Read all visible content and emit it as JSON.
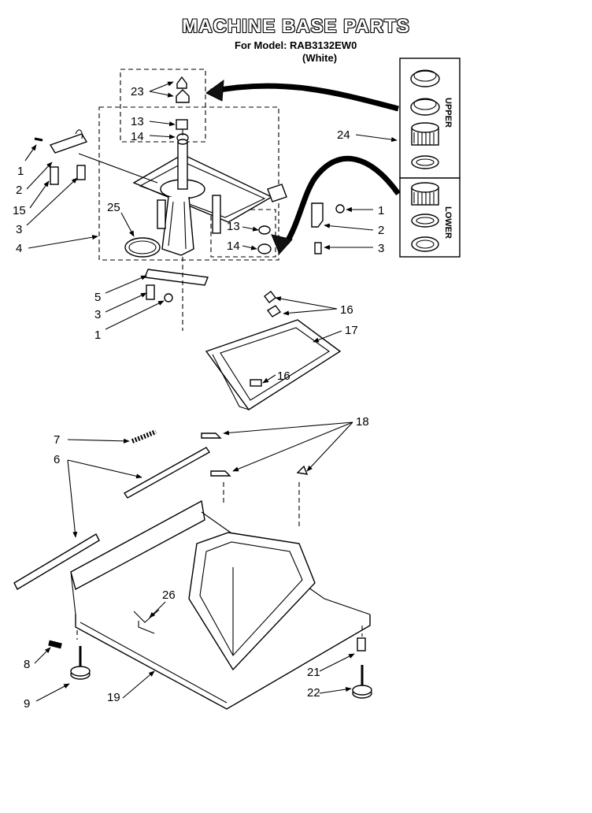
{
  "title": "MACHINE BASE PARTS",
  "model_line": "For Model: RAB3132EW0",
  "color_line": "(White)",
  "insets": {
    "upper": "UPPER",
    "lower": "LOWER"
  },
  "callouts": [
    {
      "id": "c23",
      "text": "23"
    },
    {
      "id": "c13a",
      "text": "13"
    },
    {
      "id": "c14a",
      "text": "14"
    },
    {
      "id": "c24",
      "text": "24"
    },
    {
      "id": "c1a",
      "text": "1"
    },
    {
      "id": "c2a",
      "text": "2"
    },
    {
      "id": "c15",
      "text": "15"
    },
    {
      "id": "c3a",
      "text": "3"
    },
    {
      "id": "c4",
      "text": "4"
    },
    {
      "id": "c25",
      "text": "25"
    },
    {
      "id": "c13b",
      "text": "13"
    },
    {
      "id": "c14b",
      "text": "14"
    },
    {
      "id": "c1b",
      "text": "1"
    },
    {
      "id": "c2b",
      "text": "2"
    },
    {
      "id": "c3b",
      "text": "3"
    },
    {
      "id": "c5",
      "text": "5"
    },
    {
      "id": "c3c",
      "text": "3"
    },
    {
      "id": "c1c",
      "text": "1"
    },
    {
      "id": "c16a",
      "text": "16"
    },
    {
      "id": "c17",
      "text": "17"
    },
    {
      "id": "c16b",
      "text": "16"
    },
    {
      "id": "c7",
      "text": "7"
    },
    {
      "id": "c6",
      "text": "6"
    },
    {
      "id": "c18",
      "text": "18"
    },
    {
      "id": "c26",
      "text": "26"
    },
    {
      "id": "c8",
      "text": "8"
    },
    {
      "id": "c9",
      "text": "9"
    },
    {
      "id": "c19",
      "text": "19"
    },
    {
      "id": "c21",
      "text": "21"
    },
    {
      "id": "c22",
      "text": "22"
    }
  ]
}
